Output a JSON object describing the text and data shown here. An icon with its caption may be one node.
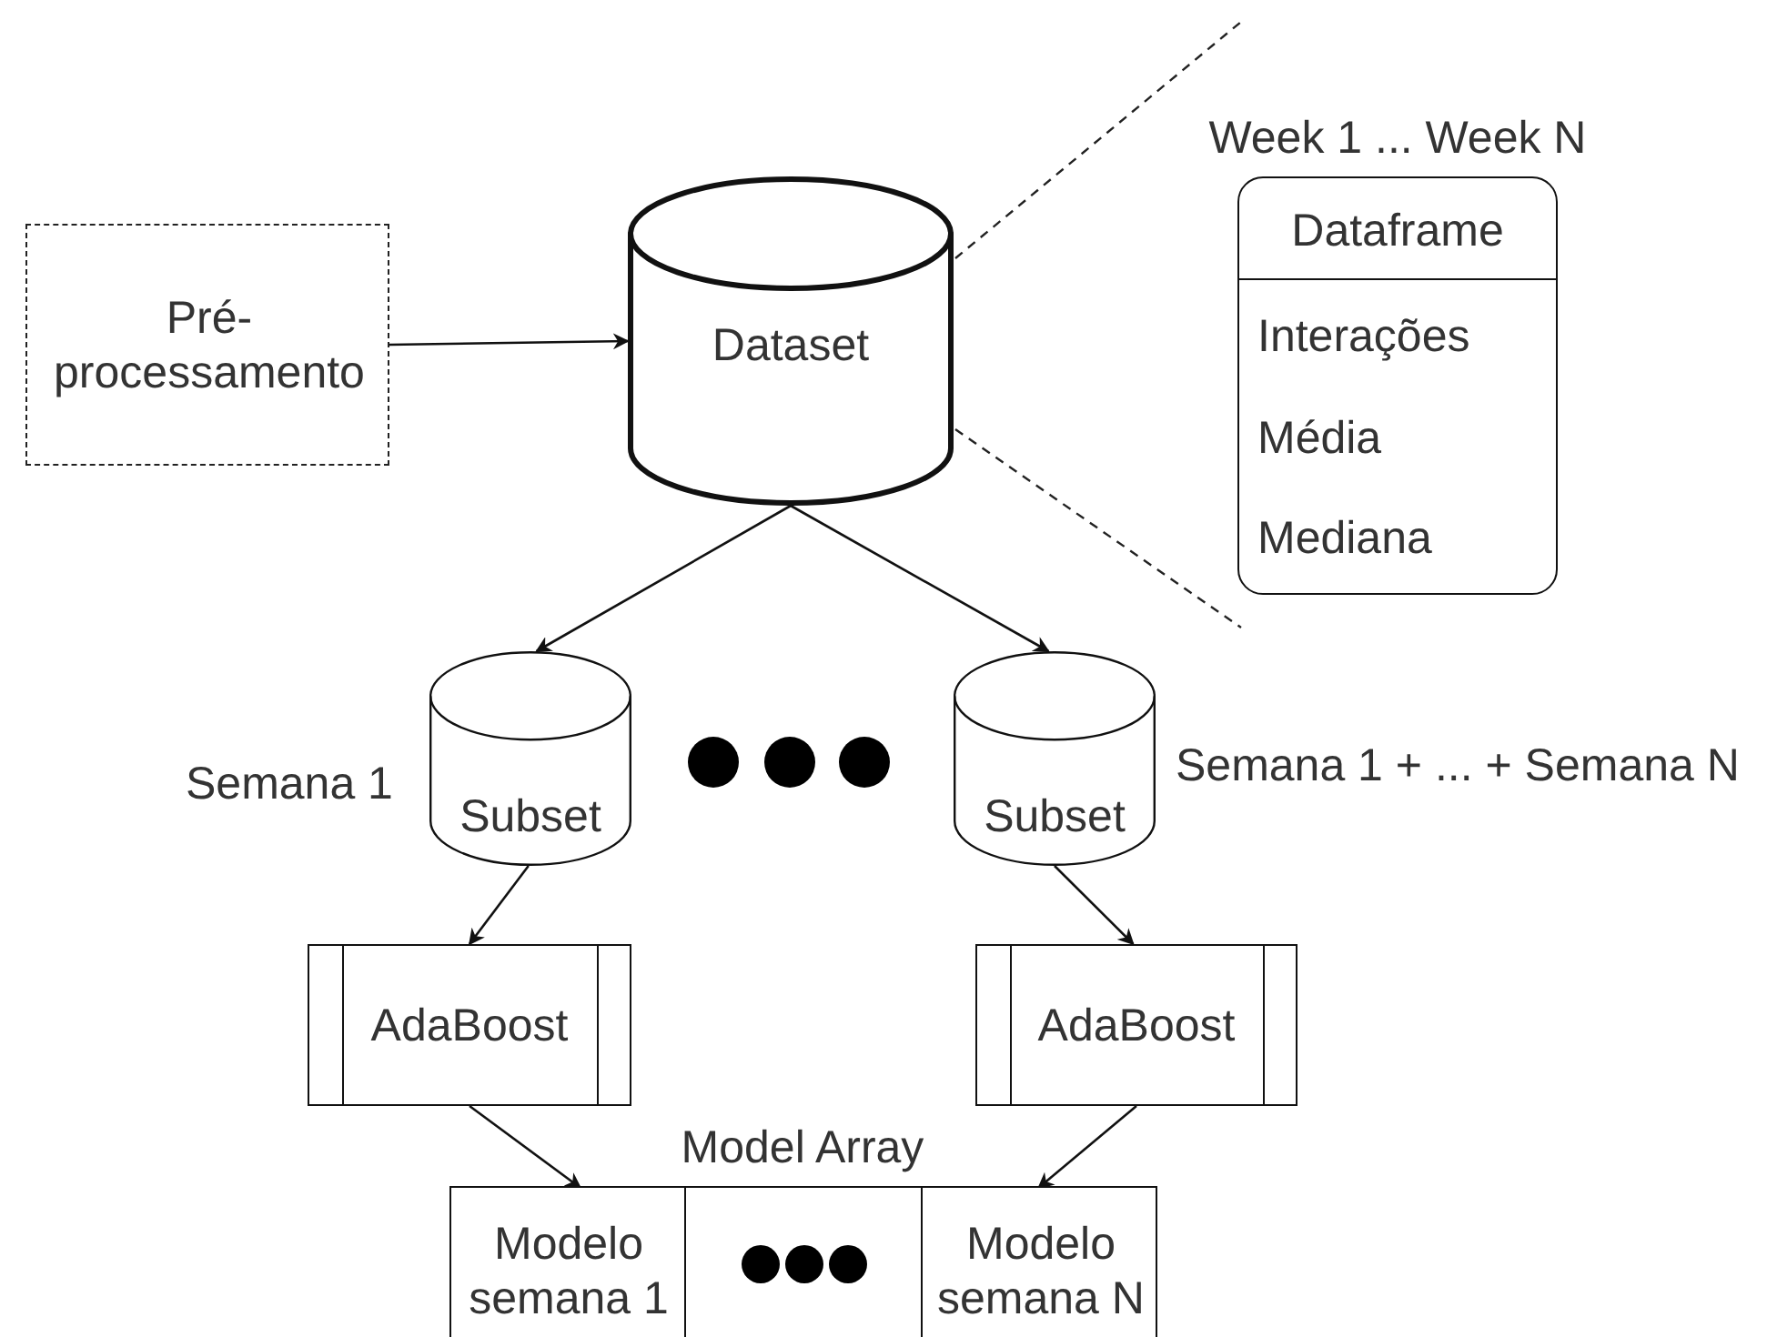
{
  "diagram": {
    "nodes": [
      {
        "text": [
          "Pré-processamento"
        ]
      },
      {
        "text": [
          "Dataset"
        ]
      },
      {
        "text": [
          "Week 1 ... Week N",
          "Dataframe",
          "Interações",
          "Média",
          "Mediana"
        ]
      },
      {
        "text": [
          "Subset"
        ],
        "beside": [
          "Semana 1"
        ]
      },
      {
        "text": [
          "Subset"
        ],
        "beside": [
          "Semana 1 + ... + Semana N"
        ]
      },
      {
        "text": [
          "AdaBoost"
        ]
      },
      {
        "text": [
          "AdaBoost"
        ]
      },
      {
        "text": [
          "Model Array"
        ]
      },
      {
        "text": [
          "Modelo semana 1"
        ],
        "in": 7
      },
      {
        "text": [],
        "shape": "box",
        "in": 7
      },
      {
        "text": [
          "Modelo semana N"
        ],
        "in": 7
      }
    ],
    "edges": [
      {
        "from": 0,
        "to": 1,
        "arrow": "to"
      },
      {
        "from": 1,
        "to": 3,
        "arrow": "to"
      },
      {
        "from": 1,
        "to": 4,
        "arrow": "to"
      },
      {
        "from": 3,
        "to": 5,
        "arrow": "to"
      },
      {
        "from": 4,
        "to": 6,
        "arrow": "to"
      },
      {
        "from": 5,
        "to": 8,
        "arrow": "to"
      },
      {
        "from": 6,
        "to": 10,
        "arrow": "to"
      }
    ]
  }
}
